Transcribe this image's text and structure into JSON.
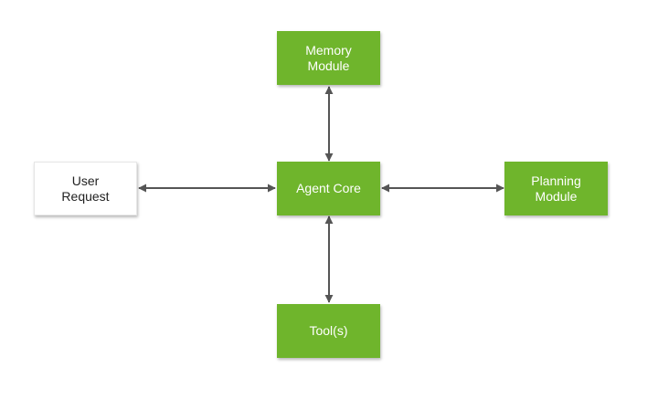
{
  "diagram": {
    "nodes": {
      "memory": {
        "label": "Memory\nModule"
      },
      "user": {
        "label": "User\nRequest"
      },
      "agent": {
        "label": "Agent Core"
      },
      "planning": {
        "label": "Planning\nModule"
      },
      "tools": {
        "label": "Tool(s)"
      }
    },
    "edges": [
      {
        "from": "agent",
        "to": "memory",
        "direction": "both"
      },
      {
        "from": "agent",
        "to": "user",
        "direction": "both"
      },
      {
        "from": "agent",
        "to": "planning",
        "direction": "both"
      },
      {
        "from": "agent",
        "to": "tools",
        "direction": "both"
      }
    ],
    "colors": {
      "module_fill": "#6fb52c",
      "input_fill": "#ffffff",
      "arrow": "#555555"
    }
  }
}
